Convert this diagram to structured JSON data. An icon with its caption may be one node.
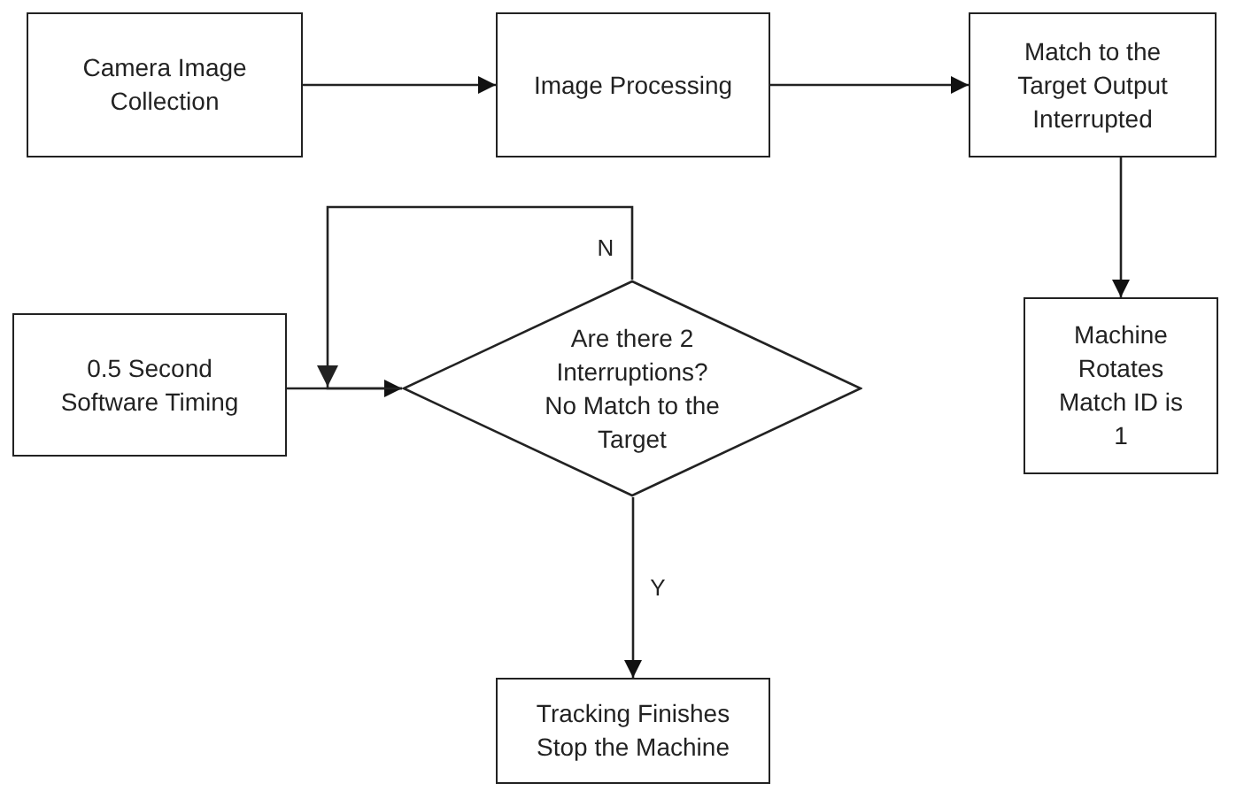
{
  "diagram": {
    "nodes": [
      {
        "text": [
          "Camera Image Collection"
        ]
      },
      {
        "text": [
          "Image Processing"
        ]
      },
      {
        "text": [
          "Match to the Target Output Interrupted"
        ]
      },
      {
        "text": [
          "Machine Rotates Match ID is 1"
        ]
      },
      {
        "text": [
          "0.5 Second Software Timing"
        ]
      },
      {
        "text": [
          "Are there 2 Interruptions? No Match to the Target"
        ]
      },
      {
        "text": [
          "Tracking Finishes Stop the Machine"
        ]
      }
    ],
    "edges": [
      {
        "from": 0,
        "to": 1,
        "arrow": "to"
      },
      {
        "from": 1,
        "to": 2,
        "arrow": "to"
      },
      {
        "from": 2,
        "to": 3,
        "arrow": "to"
      },
      {
        "from": 4,
        "to": 5,
        "arrow": "to"
      },
      {
        "from": 5,
        "to": 5,
        "arrow": "to",
        "label": "N"
      },
      {
        "from": 5,
        "to": 6,
        "arrow": "to",
        "label": "Y"
      }
    ]
  }
}
